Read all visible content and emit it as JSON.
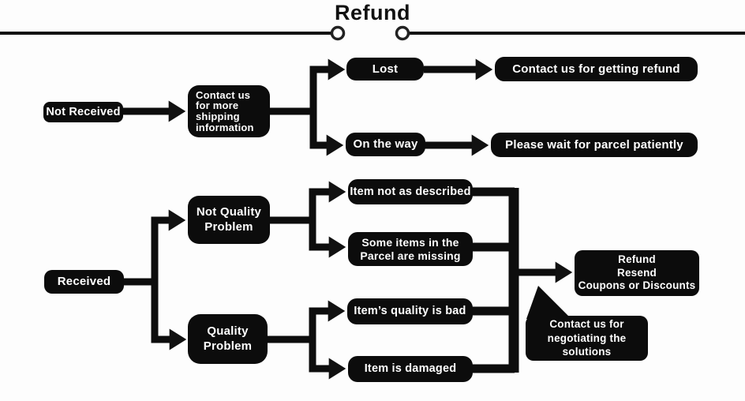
{
  "title": "Refund",
  "colors": {
    "box_bg": "#0c0c0c",
    "box_text": "#ffffff",
    "line": "#111111",
    "background": "#fdfdfd"
  },
  "not_received_flow": {
    "not_received": "Not Received",
    "contact_shipping": {
      "lines": [
        "Contact us",
        "for more",
        "shipping",
        "information"
      ]
    },
    "lost": "Lost",
    "contact_refund": "Contact us for getting refund",
    "on_the_way": "On the way",
    "please_wait": "Please wait for parcel patiently"
  },
  "received_flow": {
    "received": "Received",
    "not_quality_problem": {
      "lines": [
        "Not Quality",
        "Problem"
      ]
    },
    "quality_problem": {
      "lines": [
        "Quality",
        "Problem"
      ]
    },
    "item_not_described": "Item not as described",
    "some_items_missing": {
      "lines": [
        "Some items in the",
        "Parcel are missing"
      ]
    },
    "quality_bad": "Item’s quality is bad",
    "item_damaged": "Item is damaged",
    "outcome": {
      "lines": [
        "Refund",
        "Resend",
        "Coupons or Discounts"
      ]
    },
    "negotiate_bubble": {
      "lines": [
        "Contact us for",
        "negotiating the",
        "solutions"
      ]
    }
  }
}
